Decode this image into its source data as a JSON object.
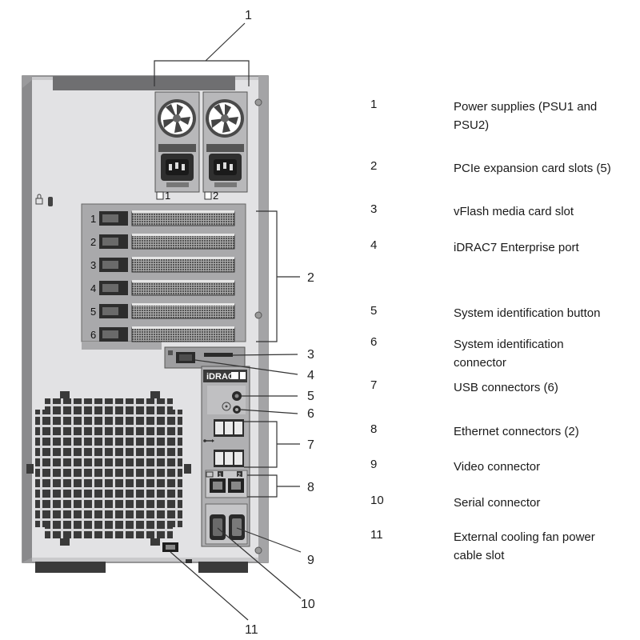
{
  "callouts": {
    "c1": "1",
    "c2": "2",
    "c3": "3",
    "c4": "4",
    "c5": "5",
    "c6": "6",
    "c7": "7",
    "c8": "8",
    "c9": "9",
    "c10": "10",
    "c11": "11"
  },
  "psu_labels": [
    "1",
    "2"
  ],
  "pcie_slot_labels": [
    "1",
    "2",
    "3",
    "4",
    "5",
    "6"
  ],
  "idrac_label": "iDRAC",
  "ethernet_port_labels": [
    "1",
    "2"
  ],
  "legend": [
    {
      "num": "1",
      "text": "Power supplies (PSU1 and PSU2)"
    },
    {
      "num": "2",
      "text": "PCIe expansion card slots (5)"
    },
    {
      "num": "3",
      "text": "vFlash media card slot"
    },
    {
      "num": "4",
      "text": "iDRAC7 Enterprise port"
    },
    {
      "num": "5",
      "text": "System identification button"
    },
    {
      "num": "6",
      "text": "System identification connector"
    },
    {
      "num": "7",
      "text": "USB connectors (6)"
    },
    {
      "num": "8",
      "text": "Ethernet connectors (2)"
    },
    {
      "num": "9",
      "text": "Video connector"
    },
    {
      "num": "10",
      "text": "Serial connector"
    },
    {
      "num": "11",
      "text": "External cooling fan power cable slot"
    }
  ],
  "colors": {
    "chassis": "#d3d3d5",
    "chassis_dark": "#8c8c8e",
    "panel_dark": "#2a2a2a",
    "line": "#333333"
  }
}
